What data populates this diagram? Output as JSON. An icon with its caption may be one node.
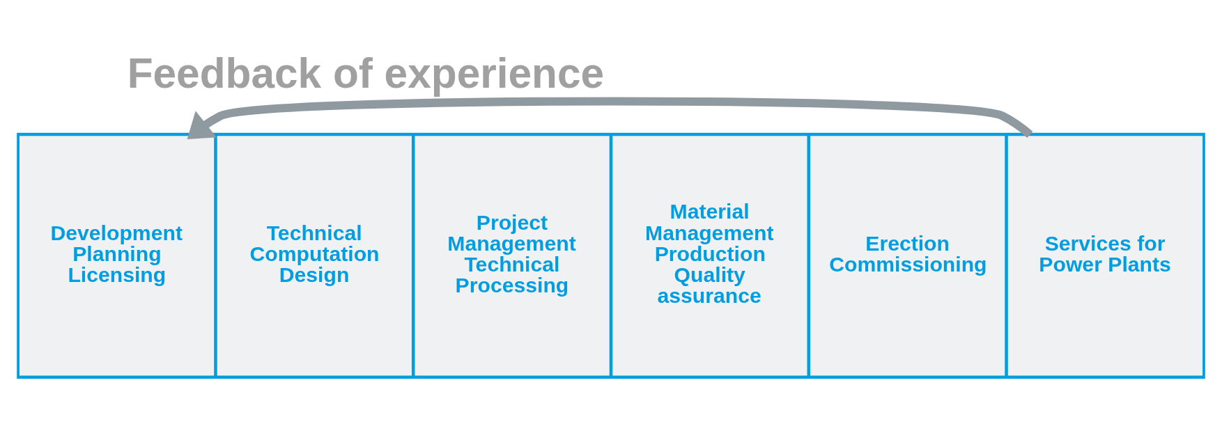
{
  "diagram": {
    "nodes": [
      {
        "text": [],
        "shape": "box"
      },
      {
        "text": [
          "Development Planning Licensing"
        ],
        "in": 0
      },
      {
        "text": [
          "Technical Computation Design"
        ],
        "in": 0
      },
      {
        "text": [
          "Project Management Technical Processing"
        ],
        "in": 0
      },
      {
        "text": [
          "Material Management Production Quality assurance"
        ],
        "in": 0
      },
      {
        "text": [
          "Erection Commissioning"
        ],
        "in": 0
      },
      {
        "text": [
          "Services for Power Plants"
        ],
        "in": 0
      }
    ],
    "edges": [
      {
        "from": 6,
        "to": 1,
        "arrow": "to",
        "label": "Feedback of experience",
        "color": "#8f9aa0"
      }
    ]
  }
}
